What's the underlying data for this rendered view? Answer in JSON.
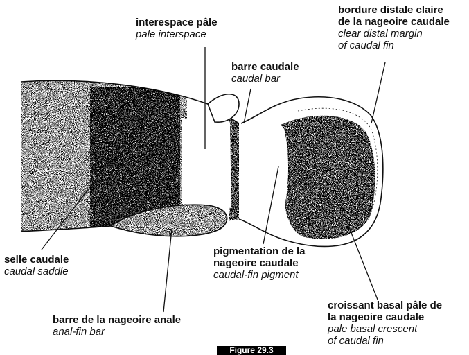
{
  "labels": {
    "pale_interspace": {
      "fr": "interespace pâle",
      "en": "pale interspace"
    },
    "caudal_bar": {
      "fr": "barre caudale",
      "en": "caudal bar"
    },
    "clear_distal_margin": {
      "fr_1": "bordure distale claire",
      "fr_2": "de la nageoire caudale",
      "en_1": "clear distal margin",
      "en_2": "of caudal fin"
    },
    "caudal_saddle": {
      "fr": "selle caudale",
      "en": "caudal saddle"
    },
    "caudal_fin_pigment": {
      "fr_1": "pigmentation de la",
      "fr_2": "nageoire caudale",
      "en": "caudal-fin pigment"
    },
    "anal_fin_bar": {
      "fr": "barre de la nageoire anale",
      "en": "anal-fin bar"
    },
    "pale_basal_crescent": {
      "fr_1": "croissant basal pâle de",
      "fr_2": "la nageoire caudale",
      "en_1": "pale basal crescent",
      "en_2": "of caudal fin"
    }
  },
  "caption": "Figure 29.3",
  "colors": {
    "ink": "#111111",
    "paper": "#ffffff"
  }
}
